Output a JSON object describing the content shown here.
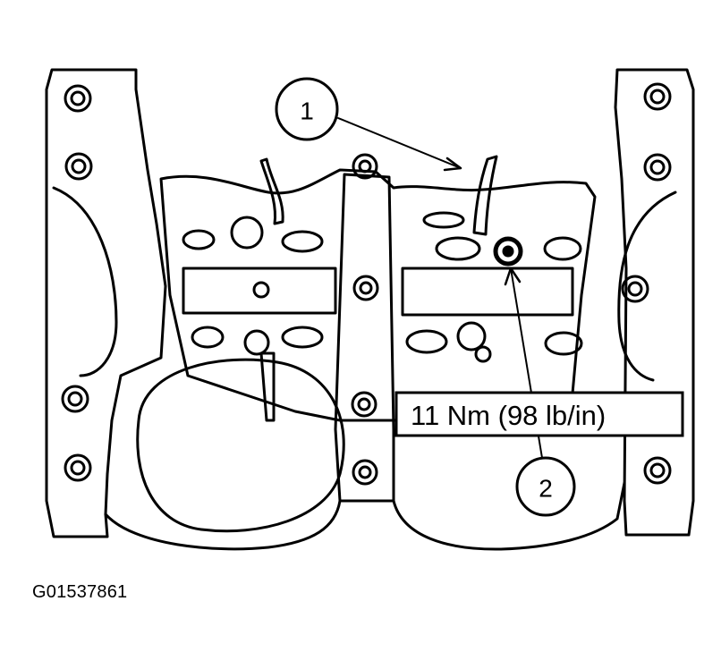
{
  "figure": {
    "id": "G01537861",
    "callouts": [
      {
        "number": "1"
      },
      {
        "number": "2"
      }
    ],
    "torque_label": "11 Nm (98 lb/in)"
  },
  "colors": {
    "line": "#000000",
    "background": "#ffffff"
  }
}
